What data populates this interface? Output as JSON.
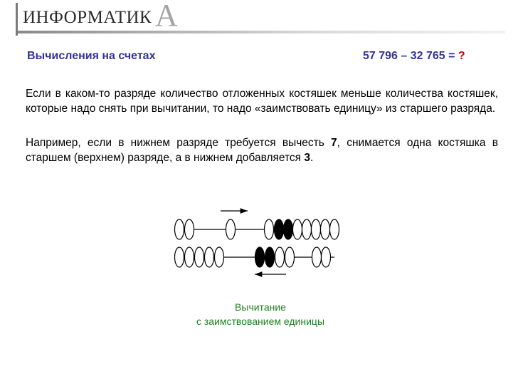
{
  "header": {
    "logo_text": "ИНФОРМАТИК",
    "logo_letter": "А"
  },
  "slide": {
    "title": "Вычисления на счетах",
    "expression": "57 796 – 32 765 = ",
    "expression_mark": "?"
  },
  "body": {
    "p1": "Если в каком-то разряде количество отложенных костяшек меньше количества костяшек, которые надо снять при вычитании, то надо «заимствовать единицу» из старшего разряда.",
    "p2_pre": "Например, если в нижнем разряде требуется вычесть ",
    "p2_num1": "7",
    "p2_mid": ", снимается одна костяшка в старшем (верхнем) разряде, а в нижнем добавляется ",
    "p2_num2": "3",
    "p2_post": "."
  },
  "caption": {
    "line1": "Вычитание",
    "line2": "с заимствованием единицы"
  },
  "abacus": {
    "top_row": [
      {
        "fill": "white"
      },
      {
        "fill": "white"
      },
      {
        "fill": "white"
      },
      {
        "fill": "white"
      },
      {
        "fill": "black"
      },
      {
        "fill": "black"
      },
      {
        "fill": "white"
      },
      {
        "fill": "white"
      },
      {
        "fill": "white"
      },
      {
        "fill": "white"
      },
      {
        "fill": "white"
      }
    ],
    "bottom_row": [
      {
        "fill": "white"
      },
      {
        "fill": "white"
      },
      {
        "fill": "white"
      },
      {
        "fill": "white"
      },
      {
        "fill": "white"
      },
      {
        "fill": "black"
      },
      {
        "fill": "black"
      },
      {
        "fill": "white"
      },
      {
        "fill": "white"
      },
      {
        "fill": "white"
      },
      {
        "fill": "white"
      }
    ],
    "colors": {
      "bead_stroke": "#000000",
      "bead_dark": "#000000",
      "bead_light": "#ffffff"
    }
  }
}
